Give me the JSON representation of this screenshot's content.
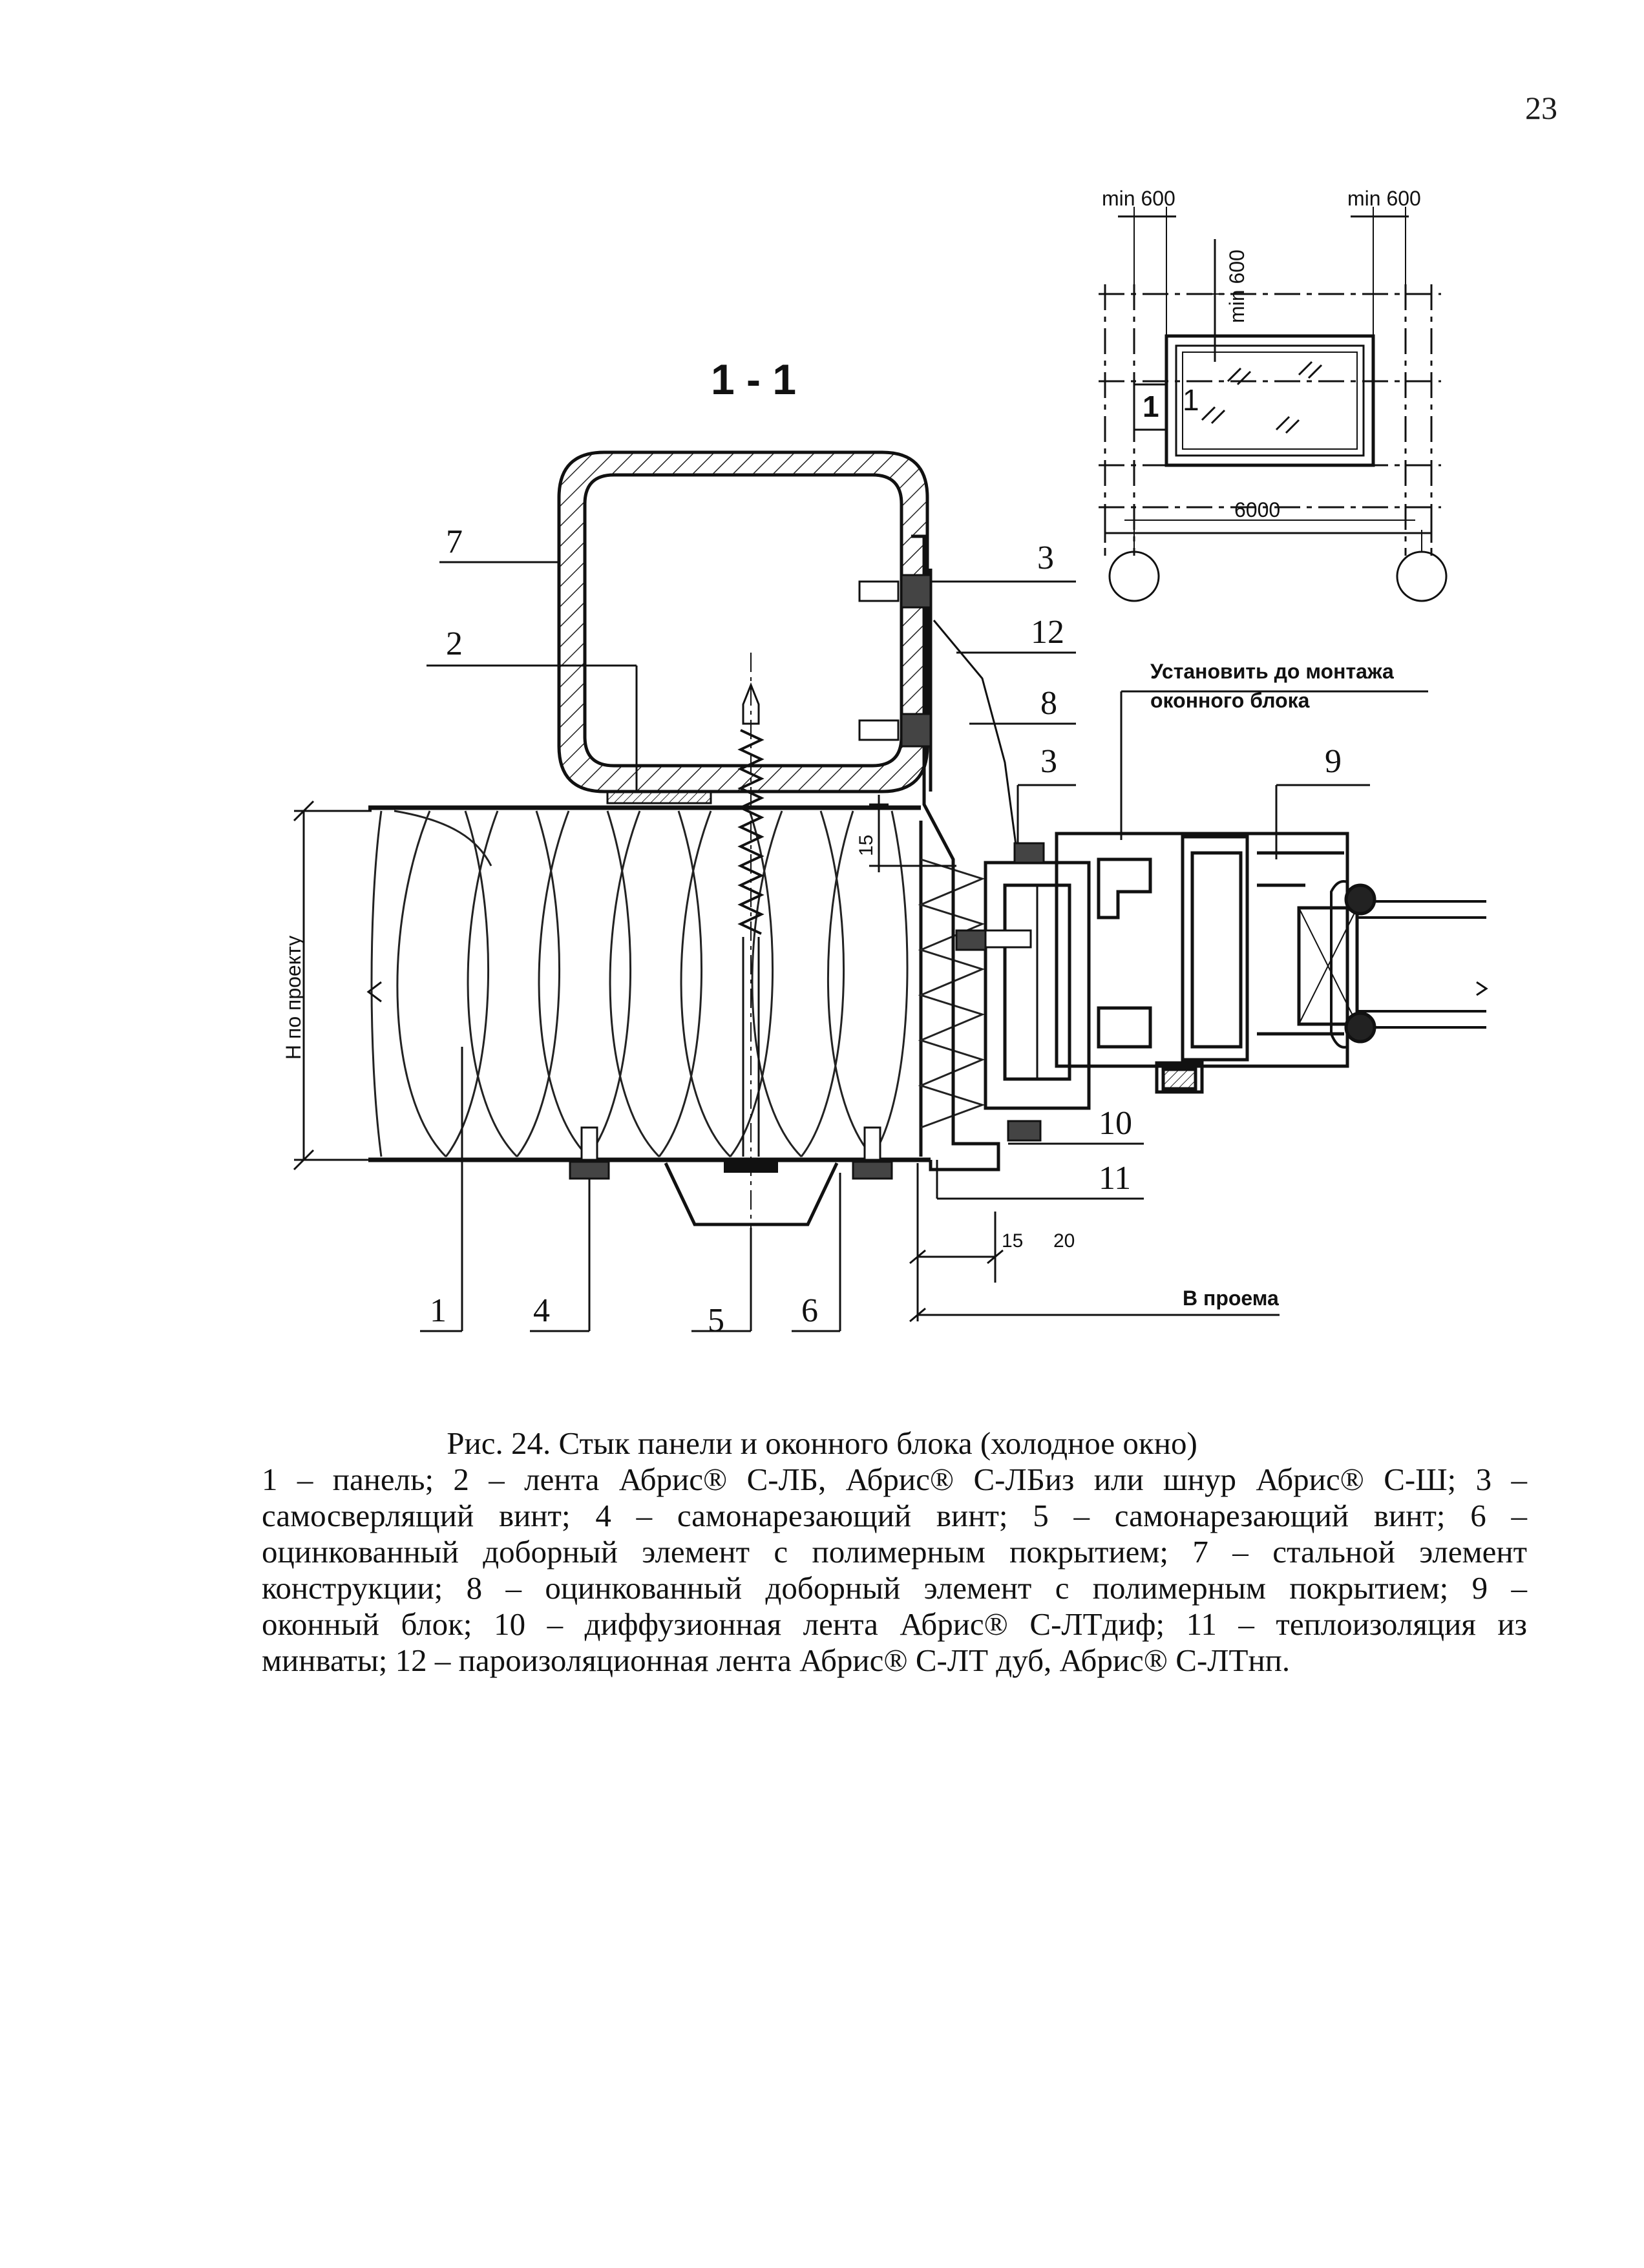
{
  "page": {
    "number": "23"
  },
  "drawing": {
    "section_label": "1 - 1",
    "callouts": {
      "c1": "1",
      "c2": "2",
      "c3a": "3",
      "c3b": "3",
      "c4": "4",
      "c5": "5",
      "c6": "6",
      "c7": "7",
      "c8": "8",
      "c9": "9",
      "c10": "10",
      "c11": "11",
      "c12": "12"
    },
    "note": [
      "Установить до монтажа",
      "оконного блока"
    ],
    "dims": {
      "height": "H по проекту",
      "d15_vertical": "15",
      "d15": "15",
      "d20": "20",
      "opening": "B проема"
    },
    "inset": {
      "min_left": "min 600",
      "min_right": "min 600",
      "min_vertical": "min 600",
      "width": "6000",
      "label_a": "1",
      "label_b": "1"
    }
  },
  "caption": {
    "title": "Рис. 24. Стык панели и оконного блока (холодное окно)",
    "lines": [
      "1 – панель; 2 – лента Абрис® С-ЛБ, Абрис® С-ЛБиз или шнур Абрис® С-Ш; 3 –",
      "самосверлящий винт; 4 – самонарезающий винт; 5 – самонарезающий винт; 6 –",
      "оцинкованный доборный элемент с полимерным покрытием; 7 – стальной элемент",
      "конструкции; 8 – оцинкованный доборный элемент с полимерным покрытием; 9 –",
      "оконный блок; 10 – диффузионная лента Абрис® С-ЛТдиф; 11 – теплоизоляция из",
      "минваты; 12 – пароизоляционная лента Абрис® С-ЛТ дуб, Абрис® С-ЛТнп."
    ]
  }
}
